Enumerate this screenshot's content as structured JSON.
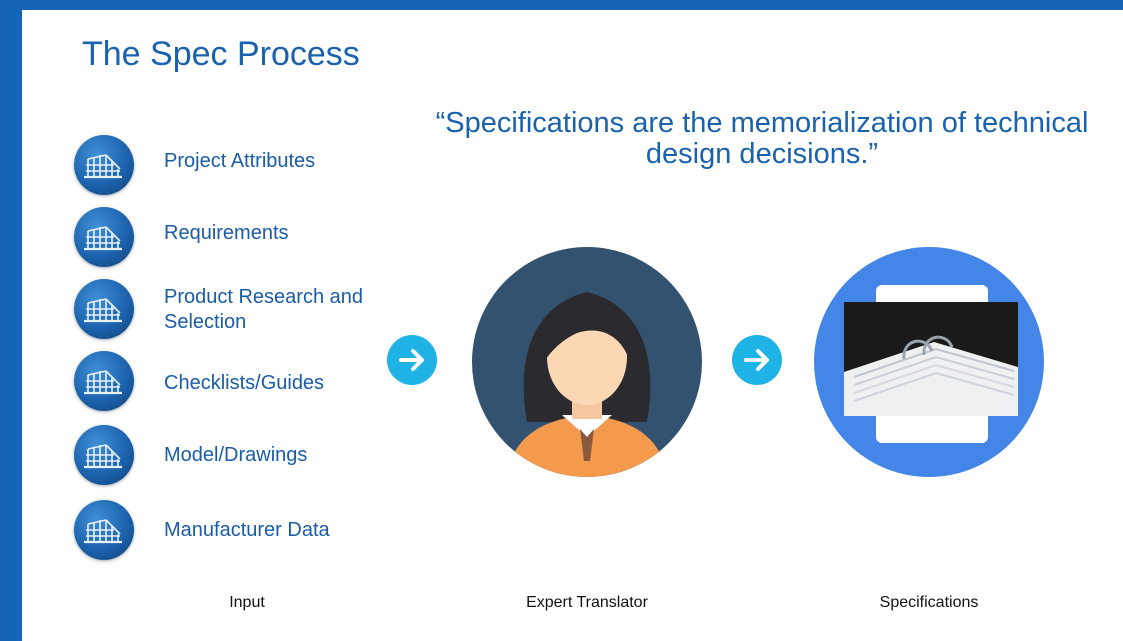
{
  "title": "The Spec Process",
  "quote": "“Specifications are the memorialization of technical design decisions.”",
  "inputs": [
    {
      "label": "Project Attributes",
      "icon": "building-frame-icon"
    },
    {
      "label": "Requirements",
      "icon": "building-frame-icon"
    },
    {
      "label": "Product Research and Selection",
      "icon": "building-frame-icon"
    },
    {
      "label": "Checklists/Guides",
      "icon": "building-frame-icon"
    },
    {
      "label": "Model/Drawings",
      "icon": "building-frame-icon"
    },
    {
      "label": "Manufacturer Data",
      "icon": "building-frame-icon"
    }
  ],
  "columns": {
    "input": "Input",
    "translator": "Expert Translator",
    "specifications": "Specifications"
  },
  "colors": {
    "frame": "#1565b4",
    "title": "#1a62ad",
    "arrow": "#20b3e6",
    "translator_bg": "#33526f",
    "spec_bg": "#4386e8"
  }
}
